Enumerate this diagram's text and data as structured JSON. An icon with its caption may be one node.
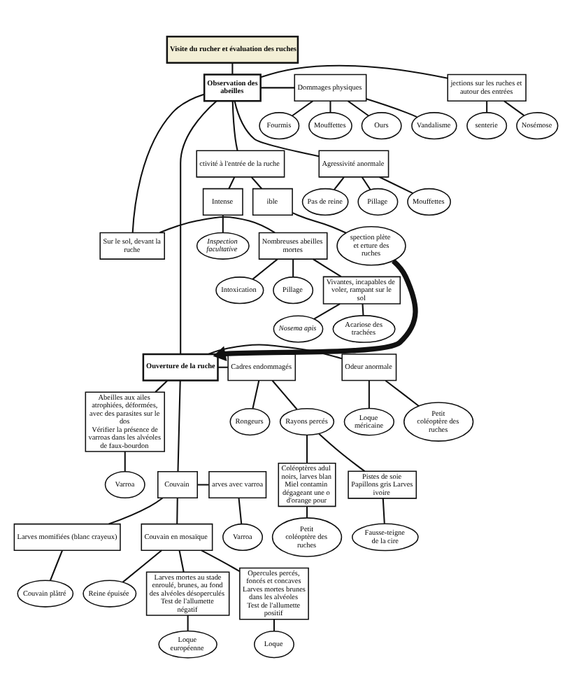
{
  "diagram": {
    "nodes": [
      {
        "text": [
          "Visite du rucher et évaluation des ruches"
        ]
      },
      {
        "text": [
          "Observation des abeilles"
        ]
      },
      {
        "text": [
          "jections sur les ruches et autour des entrées"
        ]
      },
      {
        "text": [
          "senterie"
        ]
      },
      {
        "text": [
          "Nosémose"
        ]
      },
      {
        "text": [
          "Dommages physiques"
        ]
      },
      {
        "text": [
          "Fourmis"
        ]
      },
      {
        "text": [
          "Mouffettes"
        ]
      },
      {
        "text": [
          "Ours"
        ]
      },
      {
        "text": [
          "Vandalisme"
        ]
      },
      {
        "text": [
          "ctivité à l'entrée de la ruche"
        ]
      },
      {
        "text": [
          "ible"
        ]
      },
      {
        "text": [
          "Intense"
        ]
      },
      {
        "text": [
          "spection plète et erture des ruches"
        ]
      },
      {
        "text": [
          "Inspection facultative"
        ]
      },
      {
        "text": [
          "Agressivité anormale"
        ]
      },
      {
        "text": [
          "Mouffettes"
        ]
      },
      {
        "text": [
          "Pas de reine"
        ]
      },
      {
        "text": [
          "Pillage"
        ]
      },
      {
        "text": [
          "Sur le sol, devant la ruche"
        ]
      },
      {
        "text": [
          "Nombreuses abeilles mortes"
        ]
      },
      {
        "text": [
          "Vivantes, incapables de voler, rampant sur le sol"
        ]
      },
      {
        "text": [
          "Intoxication"
        ]
      },
      {
        "text": [
          "Pillage"
        ]
      },
      {
        "text": [
          "Acariose des trachées"
        ]
      },
      {
        "text": [
          "Nosema apis"
        ]
      },
      {
        "text": [
          "Ouverture de la ruche"
        ]
      },
      {
        "text": [
          "Odeur anormale"
        ]
      },
      {
        "text": [
          "Loque méricaine"
        ]
      },
      {
        "text": [
          "Petit coléoptère des ruches"
        ]
      },
      {
        "text": [
          "Cadres endommagés"
        ]
      },
      {
        "text": [
          "Rongeurs"
        ]
      },
      {
        "text": [
          "Rayons percés"
        ]
      },
      {
        "text": [
          "Abeilles aux ailes atrophiées, déformées, avec des parasites sur le dos",
          "Vérifier la présence de varroas dans les alvéoles de faux-bourdon"
        ]
      },
      {
        "text": [
          "Varroa"
        ]
      },
      {
        "text": [
          "Couvain"
        ]
      },
      {
        "text": [
          "arves avec varroa"
        ]
      },
      {
        "text": [
          "Varroa"
        ]
      },
      {
        "text": [
          "Couvain en mosaïque"
        ]
      },
      {
        "text": [
          "Larves momifiées (blanc crayeux)"
        ]
      },
      {
        "text": [
          "Couvain plâtré"
        ]
      },
      {
        "text": [
          "Opercules percés, foncés et concaves",
          "Larves mortes brunes dans les alvéoles",
          "Test de l'allumette positif"
        ]
      },
      {
        "text": [
          "Loque"
        ]
      },
      {
        "text": [
          "Reine épuisée"
        ]
      },
      {
        "text": [
          "Larves mortes au stade enroulé, brunes, au fond des alvéoles désoperculés",
          "Test de l'allumette négatif"
        ]
      },
      {
        "text": [
          "Loque européenne"
        ]
      },
      {
        "text": [
          "Pistes de soie",
          "Papillons gris Larves ivoire"
        ]
      },
      {
        "text": [
          "Fausse-teigne de la cire"
        ]
      },
      {
        "text": [
          "Coléoptères adul noirs, larves blan",
          "Miel contamin dégageant une o d'orange pour"
        ]
      },
      {
        "text": [
          "Petit coléoptère des ruches"
        ]
      }
    ],
    "edges": [
      {
        "from": 0,
        "to": 1,
        "arrow": "none"
      },
      {
        "from": 1,
        "to": 2,
        "arrow": "none"
      },
      {
        "from": 1,
        "to": 5,
        "arrow": "none"
      },
      {
        "from": 2,
        "to": 3,
        "arrow": "none"
      },
      {
        "from": 2,
        "to": 4,
        "arrow": "none"
      },
      {
        "from": 5,
        "to": 6,
        "arrow": "none"
      },
      {
        "from": 5,
        "to": 7,
        "arrow": "none"
      },
      {
        "from": 5,
        "to": 8,
        "arrow": "none"
      },
      {
        "from": 5,
        "to": 9,
        "arrow": "none"
      },
      {
        "from": 1,
        "to": 10,
        "arrow": "none"
      },
      {
        "from": 1,
        "to": 15,
        "arrow": "none"
      },
      {
        "from": 10,
        "to": 11,
        "arrow": "none"
      },
      {
        "from": 10,
        "to": 12,
        "arrow": "none"
      },
      {
        "from": 11,
        "to": 13,
        "arrow": "none"
      },
      {
        "from": 12,
        "to": 14,
        "arrow": "none"
      },
      {
        "from": 13,
        "to": 26,
        "arrow": "to",
        "style": "thick"
      },
      {
        "from": 15,
        "to": 16,
        "arrow": "none"
      },
      {
        "from": 15,
        "to": 17,
        "arrow": "none"
      },
      {
        "from": 15,
        "to": 18,
        "arrow": "none"
      },
      {
        "from": 1,
        "to": 19,
        "arrow": "none"
      },
      {
        "from": 19,
        "to": 20,
        "arrow": "none"
      },
      {
        "from": 20,
        "to": 21,
        "arrow": "none"
      },
      {
        "from": 20,
        "to": 22,
        "arrow": "none"
      },
      {
        "from": 20,
        "to": 23,
        "arrow": "none"
      },
      {
        "from": 21,
        "to": 24,
        "arrow": "none"
      },
      {
        "from": 21,
        "to": 25,
        "arrow": "none"
      },
      {
        "from": 1,
        "to": 26,
        "arrow": "none"
      },
      {
        "from": 26,
        "to": 27,
        "arrow": "none"
      },
      {
        "from": 27,
        "to": 28,
        "arrow": "none"
      },
      {
        "from": 27,
        "to": 29,
        "arrow": "none"
      },
      {
        "from": 26,
        "to": 30,
        "arrow": "none"
      },
      {
        "from": 30,
        "to": 31,
        "arrow": "none"
      },
      {
        "from": 30,
        "to": 32,
        "arrow": "none"
      },
      {
        "from": 32,
        "to": 46,
        "arrow": "none"
      },
      {
        "from": 32,
        "to": 48,
        "arrow": "none"
      },
      {
        "from": 46,
        "to": 47,
        "arrow": "none"
      },
      {
        "from": 48,
        "to": 49,
        "arrow": "none"
      },
      {
        "from": 26,
        "to": 33,
        "arrow": "none"
      },
      {
        "from": 33,
        "to": 34,
        "arrow": "none"
      },
      {
        "from": 26,
        "to": 35,
        "arrow": "none"
      },
      {
        "from": 35,
        "to": 36,
        "arrow": "none"
      },
      {
        "from": 36,
        "to": 37,
        "arrow": "none"
      },
      {
        "from": 35,
        "to": 38,
        "arrow": "none"
      },
      {
        "from": 35,
        "to": 39,
        "arrow": "none"
      },
      {
        "from": 39,
        "to": 40,
        "arrow": "none"
      },
      {
        "from": 38,
        "to": 41,
        "arrow": "none"
      },
      {
        "from": 38,
        "to": 43,
        "arrow": "none"
      },
      {
        "from": 38,
        "to": 44,
        "arrow": "none"
      },
      {
        "from": 41,
        "to": 42,
        "arrow": "none"
      },
      {
        "from": 44,
        "to": 45,
        "arrow": "none"
      }
    ]
  }
}
